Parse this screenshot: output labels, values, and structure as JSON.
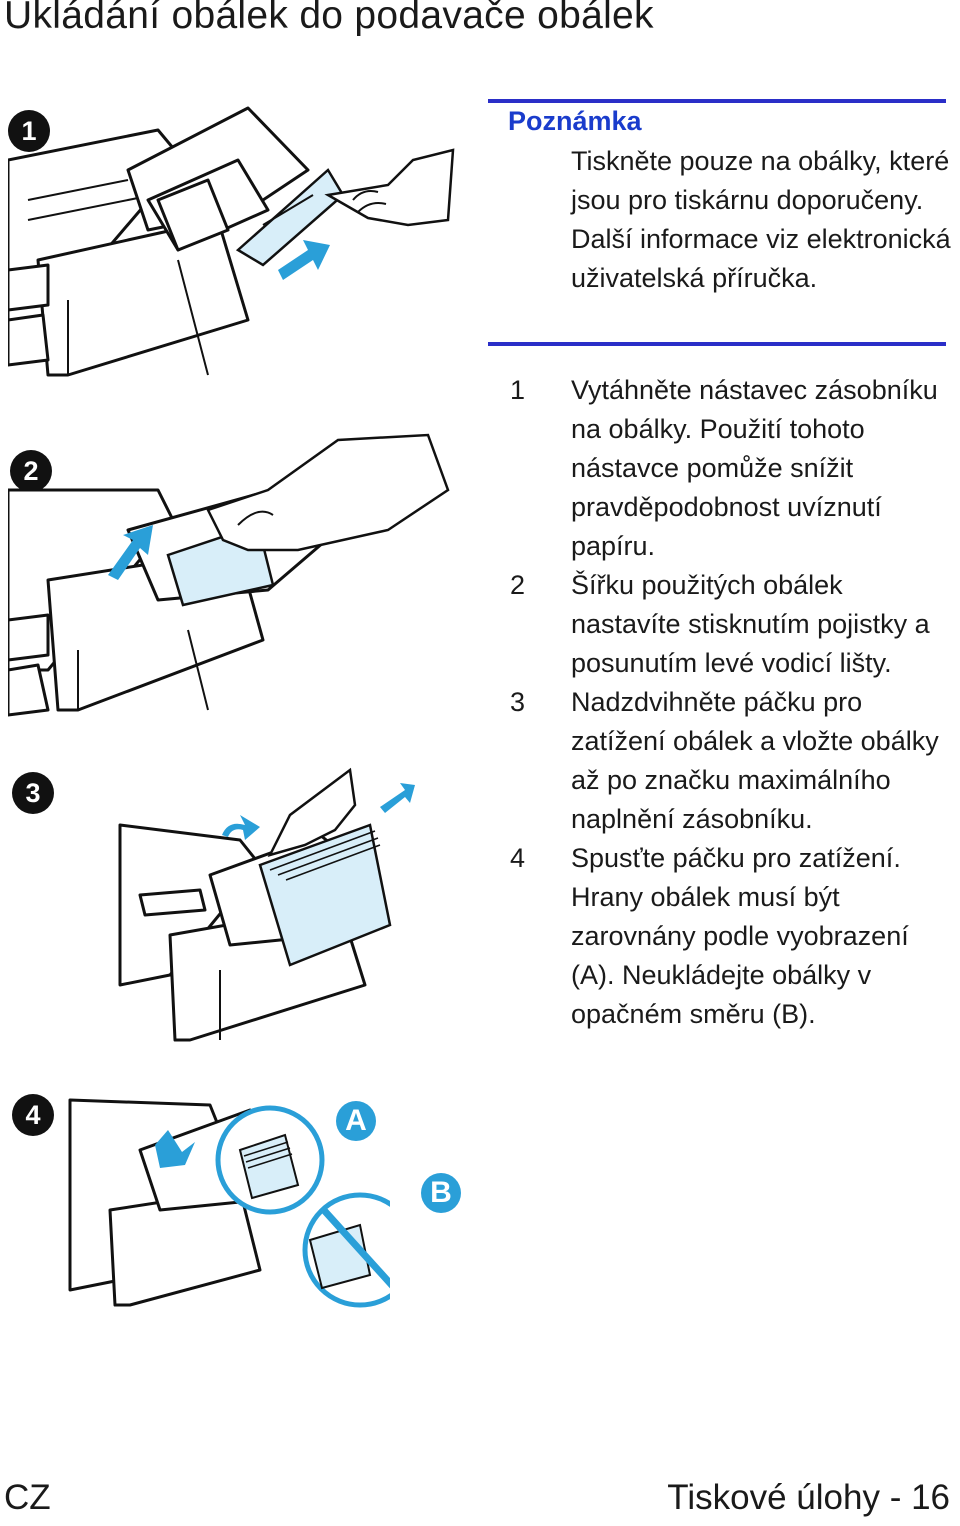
{
  "title": "Ukládání obálek do podavače obálek",
  "figure_badges": [
    "1",
    "2",
    "3",
    "4"
  ],
  "figure_letters": [
    "A",
    "B"
  ],
  "note": {
    "label": "Poznámka",
    "text": "Tiskněte pouze na obálky, které jsou pro tiskárnu doporučeny. Další informace viz elektronická uživatelská příručka."
  },
  "steps": [
    {
      "num": "1",
      "text": "Vytáhněte nástavec zásobníku na obálky. Použití tohoto nástavce pomůže snížit pravděpodobnost uvíznutí papíru."
    },
    {
      "num": "2",
      "text": "Šířku použitých obálek nastavíte stisknutím pojistky a posunutím levé vodicí lišty."
    },
    {
      "num": "3",
      "text": "Nadzdvihněte páčku pro zatížení obálek a vložte obálky až po značku maximálního naplnění zásobníku."
    },
    {
      "num": "4",
      "text": "Spusťte páčku pro zatížení. Hrany obálek musí být zarovnány podle vyobrazení (A). Neukládejte obálky v opačném směru (B)."
    }
  ],
  "footer": {
    "left": "CZ",
    "right": "Tiskové úlohy - 16"
  },
  "colors": {
    "accent_blue": "#2a9fd8",
    "note_rule": "#2a2ec8",
    "note_label": "#1a3ccc",
    "envelope_fill": "#d8eef9"
  }
}
